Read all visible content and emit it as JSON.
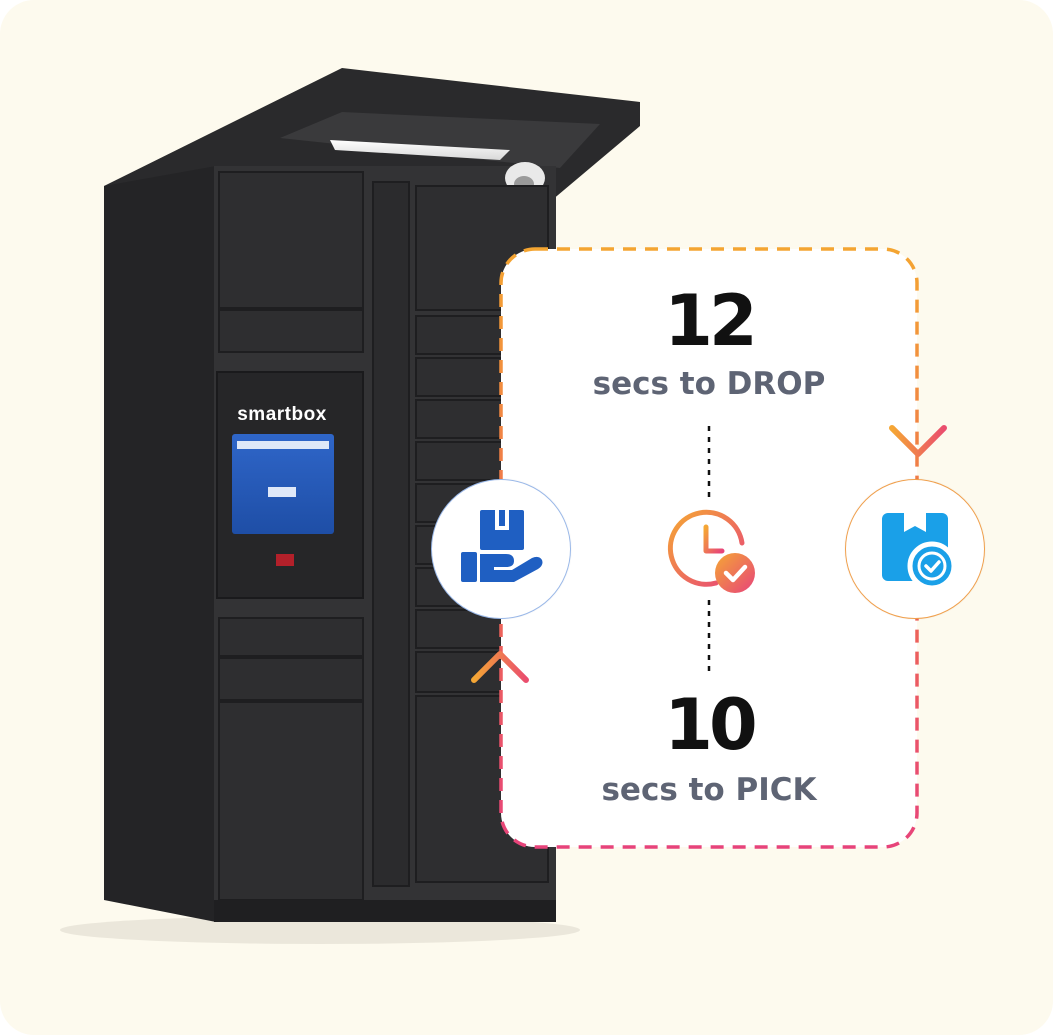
{
  "brand": {
    "logo_text": "smartbox"
  },
  "stats": {
    "drop": {
      "number": "12",
      "label": "secs to DROP"
    },
    "pick": {
      "number": "10",
      "label": "secs to PICK"
    }
  },
  "icons": {
    "drop_icon": "hand-holding-package-icon",
    "timer_icon": "clock-check-icon",
    "pick_icon": "package-check-icon"
  },
  "colors": {
    "background": "#fdfaee",
    "locker_body": "#2f2f31",
    "drop_icon": "#1f5fc2",
    "pick_icon": "#1aa0e8",
    "frame_top": "#f4a531",
    "frame_bottom": "#e7437a",
    "label_text": "#5e6474"
  }
}
